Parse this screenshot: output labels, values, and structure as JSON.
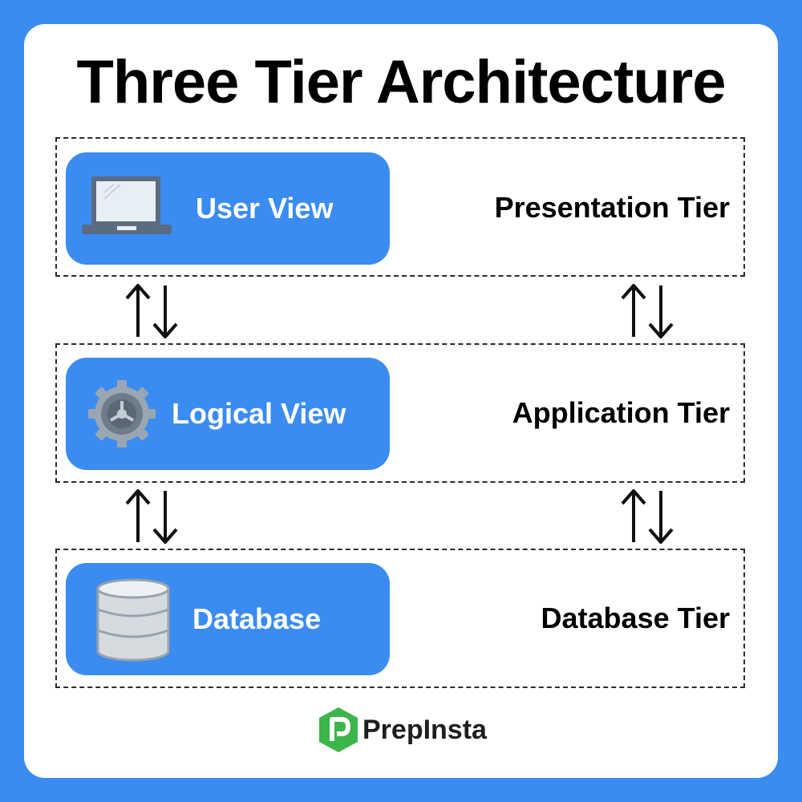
{
  "title": "Three Tier Architecture",
  "tiers": [
    {
      "box_label": "User View",
      "tier_label": "Presentation Tier",
      "icon": "laptop-icon"
    },
    {
      "box_label": "Logical View",
      "tier_label": "Application Tier",
      "icon": "gear-icon"
    },
    {
      "box_label": "Database",
      "tier_label": "Database Tier",
      "icon": "database-icon"
    }
  ],
  "logo": {
    "name": "PrepInsta",
    "icon": "prepinsta-logo-icon"
  },
  "colors": {
    "background": "#3b8cf0",
    "card": "#ffffff",
    "pill": "#3b8cf0",
    "logo_green": "#3cb54a"
  }
}
